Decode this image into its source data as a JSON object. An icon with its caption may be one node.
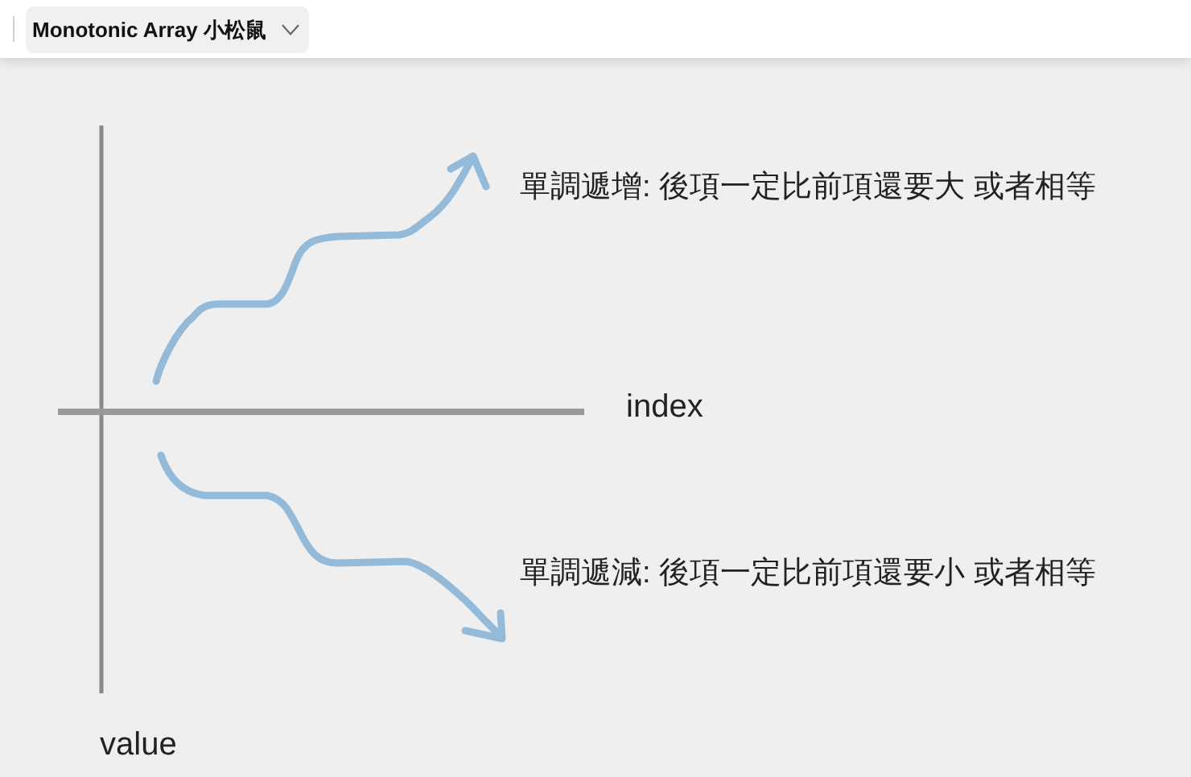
{
  "diagram": {
    "title": "Monotonic Array 小松鼠",
    "labels": [
      "單調遞增: 後項一定比前項還要大 或者相等",
      "index",
      "單調遞減: 後項一定比前項還要小 或者相等",
      "value"
    ]
  }
}
